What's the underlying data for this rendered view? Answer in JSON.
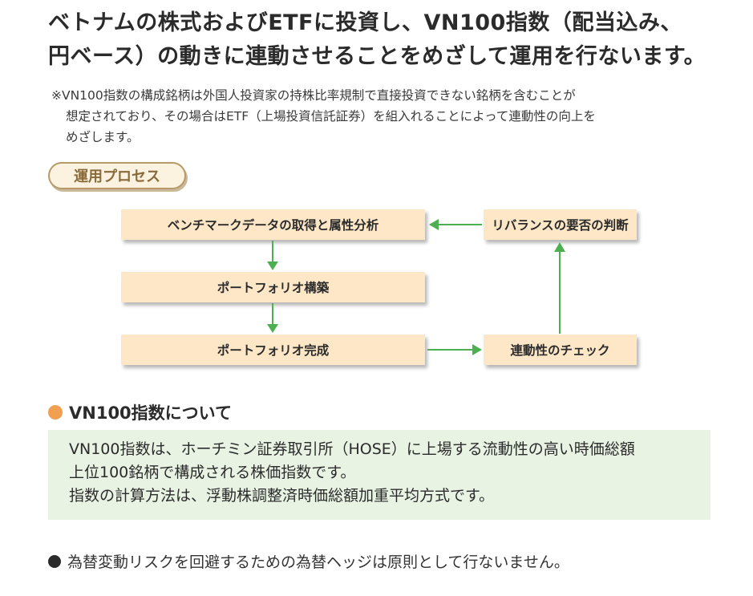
{
  "title": {
    "line1": "ベトナムの株式およびETFに投資し、VN100指数（配当込み、",
    "line2": "円ベース）の動きに連動させることをめざして運用を行ないます。"
  },
  "note": {
    "line1": "※VN100指数の構成銘柄は外国人投資家の持株比率規制で直接投資できない銘柄を含むことが",
    "line2": "想定されており、その場合はETF（上場投資信託証券）を組入れることによって連動性の向上を",
    "line3": "めざします。"
  },
  "process": {
    "label": "運用プロセス",
    "steps": {
      "benchmark": "ベンチマークデータの取得と属性分析",
      "build": "ポートフォリオ構築",
      "complete": "ポートフォリオ完成",
      "check": "連動性のチェック",
      "rebalance": "リバランスの要否の判断"
    }
  },
  "index_section": {
    "heading": "VN100指数について",
    "line1": "VN100指数は、ホーチミン証券取引所（HOSE）に上場する流動性の高い時価総額",
    "line2": "上位100銘柄で構成される株価指数です。",
    "line3": "指数の計算方法は、浮動株調整済時価総額加重平均方式です。"
  },
  "footer": {
    "text": "為替変動リスクを回避するための為替ヘッジは原則として行ないません。"
  },
  "colors": {
    "box_fill": "#fde7c7",
    "arrow": "#4caf50",
    "info_bg": "#e8f3e4",
    "bullet_orange": "#f0a050"
  }
}
